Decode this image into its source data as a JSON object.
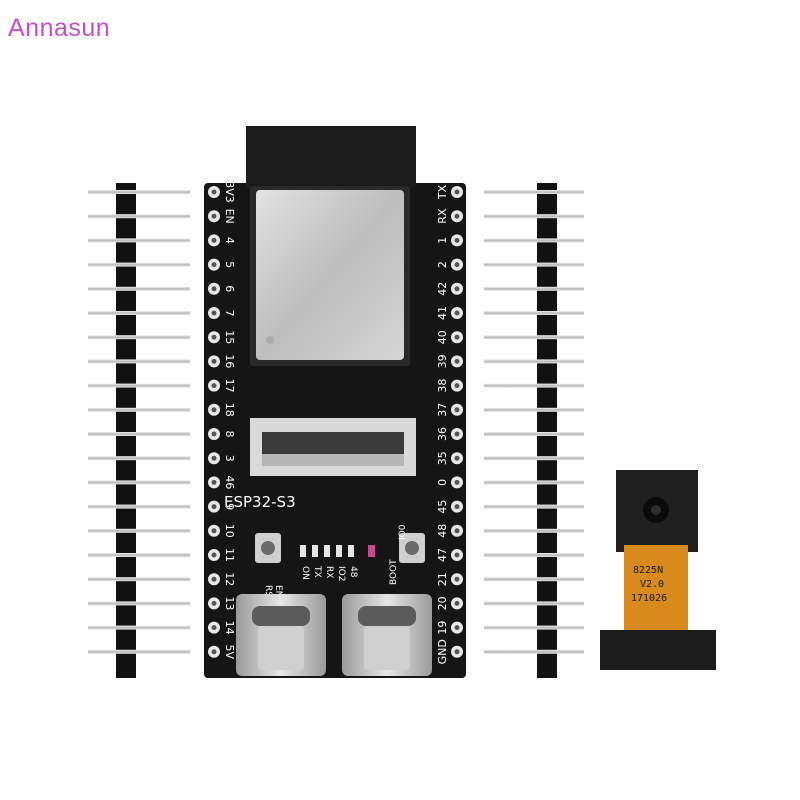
{
  "watermark": {
    "text": "Annasun"
  },
  "board": {
    "chip_label": "ESP32-S3",
    "left_pins": [
      "3V3",
      "EN",
      "4",
      "5",
      "6",
      "7",
      "15",
      "16",
      "17",
      "18",
      "8",
      "3",
      "46",
      "9",
      "10",
      "11",
      "12",
      "13",
      "14",
      "5V"
    ],
    "right_pins": [
      "TX",
      "RX",
      "1",
      "2",
      "42",
      "41",
      "40",
      "39",
      "38",
      "37",
      "36",
      "35",
      "0",
      "45",
      "48",
      "47",
      "21",
      "20",
      "19",
      "GND"
    ],
    "buttons": {
      "reset": "RST",
      "en": "EN",
      "boot": "BOOT",
      "io0": "IO0"
    },
    "leds": [
      "ON",
      "TX",
      "RX",
      "IO2",
      "48"
    ]
  },
  "camera": {
    "line1": "8225N",
    "line2": "V2.0",
    "line3": "171026"
  },
  "colors": {
    "pcb": "#151515",
    "flex": "#d98a1c",
    "shield": "#c9c9c9",
    "watermark": "#c44fc9"
  }
}
